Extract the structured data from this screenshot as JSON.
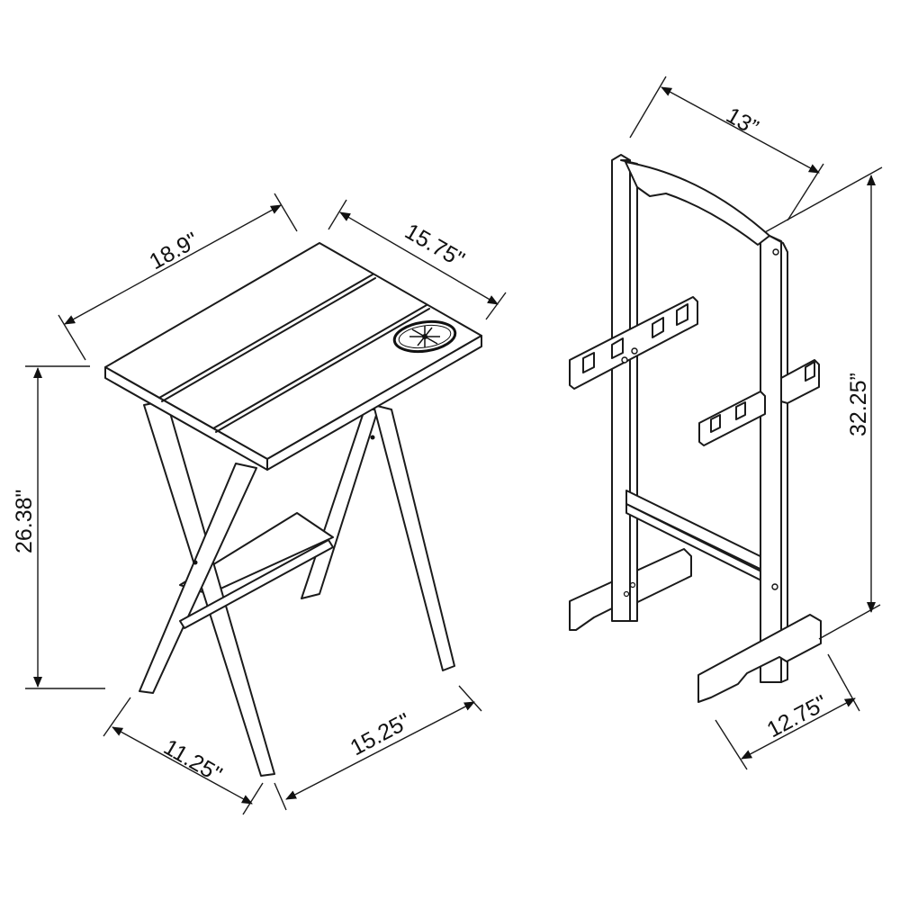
{
  "diagram": {
    "type": "product-dimension-drawing",
    "colors": {
      "line": "#1a1a1a",
      "background": "#ffffff"
    },
    "items": [
      {
        "name": "tray-table",
        "description": "Folding tray table with X-legs and compass rose emblem on top",
        "dimensions": {
          "top_length": "18.9\"",
          "top_width": "15.75\"",
          "height": "26.38\"",
          "base_depth": "11.25\"",
          "base_width": "15.25\""
        }
      },
      {
        "name": "storage-stand",
        "description": "Tray table storage stand with arched top rail and notched holders",
        "dimensions": {
          "width": "13”",
          "height": "32.25”",
          "depth": "12.75\""
        }
      }
    ]
  }
}
